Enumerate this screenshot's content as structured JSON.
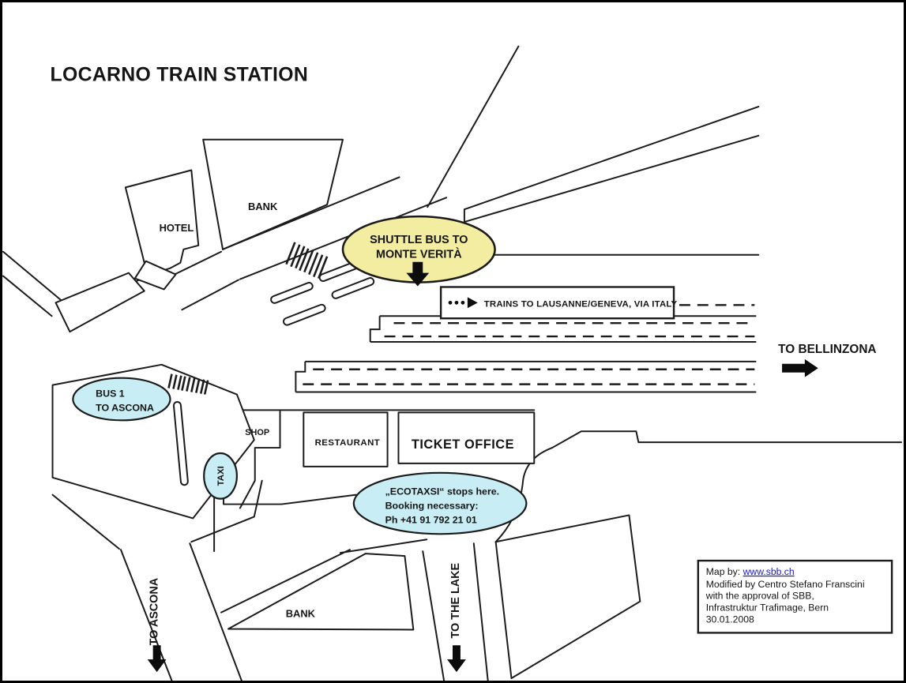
{
  "title": "LOCARNO TRAIN STATION",
  "colors": {
    "ink": "#1b1b1b",
    "shuttle_fill": "#f2eda1",
    "cyan_fill": "#c9edf4",
    "link": "#1a1acc",
    "background": "#ffffff"
  },
  "buildings": {
    "hotel": "HOTEL",
    "bank_north": "BANK",
    "shop": "SHOP",
    "restaurant": "RESTAURANT",
    "ticket_office": "TICKET OFFICE",
    "bank_south": "BANK"
  },
  "callouts": {
    "shuttle_line1": "SHUTTLE BUS TO",
    "shuttle_line2": "MONTE VERITÀ",
    "bus1_line1": "BUS 1",
    "bus1_line2": "TO ASCONA",
    "taxi": "TAXI",
    "ecotaxi_line1": "„ECOTAXSI“ stops here.",
    "ecotaxi_line2": "Booking necessary:",
    "ecotaxi_line3": "Ph +41 91 792 21 01"
  },
  "railway": {
    "note": "TRAINS TO LAUSANNE/GENEVA, VIA ITALY"
  },
  "directions": {
    "bellinzona": "TO BELLINZONA",
    "ascona": "TO ASCONA",
    "lake": "TO THE LAKE"
  },
  "credits": {
    "map_by": "Map by: ",
    "link": "www.sbb.ch",
    "line2": "Modified by Centro Stefano Franscini",
    "line3": "with the approval of  SBB,",
    "line4": "Infrastruktur Trafimage, Bern",
    "line5": "30.01.2008"
  }
}
